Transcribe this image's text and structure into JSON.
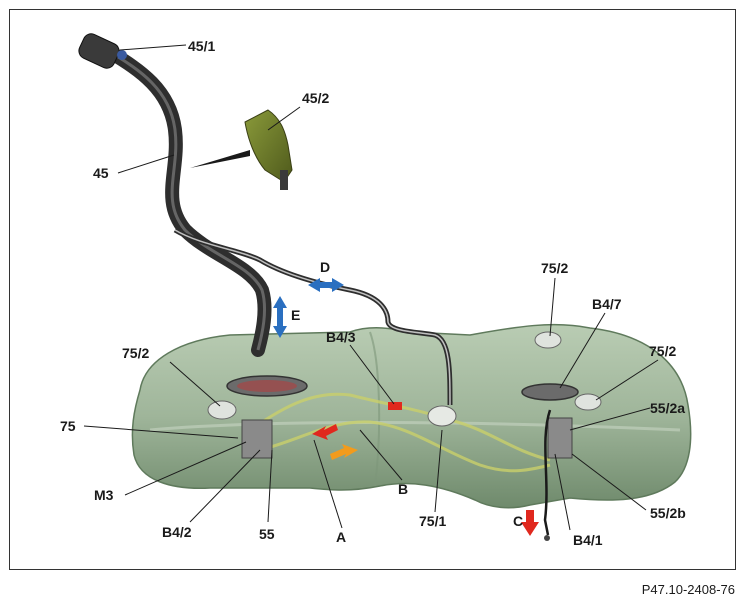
{
  "labels": {
    "l45_1": "45/1",
    "l45_2": "45/2",
    "l45": "45",
    "lD": "D",
    "lE": "E",
    "l75_2_left": "75/2",
    "l75_2_top": "75/2",
    "l75_2_right": "75/2",
    "lB4_7": "B4/7",
    "lB4_3": "B4/3",
    "l75": "75",
    "l55_2a": "55/2a",
    "lM3": "M3",
    "lB": "B",
    "lB4_2": "B4/2",
    "l55": "55",
    "lA": "A",
    "l75_1": "75/1",
    "lC": "C",
    "l55_2b": "55/2b",
    "lB4_1": "B4/1"
  },
  "caption": "P47.10-2408-76",
  "colors": {
    "tank": "#9fb59a",
    "tank_dark": "#6f8a6c",
    "pipe": "#2e2e2e",
    "arrow_blue": "#2a6fc0",
    "arrow_red": "#e0281e",
    "arrow_orange": "#f29b1c",
    "canister": "#6d7a2a"
  }
}
